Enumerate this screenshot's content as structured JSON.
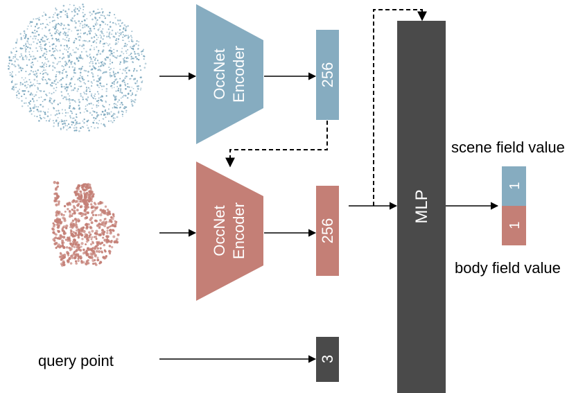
{
  "encoder_top": {
    "line1": "OccNet",
    "line2": "Encoder",
    "color": "#86acc0"
  },
  "encoder_bottom": {
    "line1": "OccNet",
    "line2": "Encoder",
    "color": "#c47f76"
  },
  "latent_scene": {
    "label": "256",
    "color": "#86acc0"
  },
  "latent_body": {
    "label": "256",
    "color": "#c47f76"
  },
  "query_input": {
    "label": "3",
    "color": "#4a4a4a"
  },
  "query_point_label": "query point",
  "mlp": {
    "label": "MLP",
    "color": "#4a4a4a"
  },
  "output_scene": {
    "label": "1",
    "color": "#86acc0"
  },
  "output_body": {
    "label": "1",
    "color": "#c47f76"
  },
  "scene_field_label": "scene field value",
  "body_field_label": "body field value",
  "scene_points_color": "#7aa6bd",
  "body_points_color": "#c47f76"
}
